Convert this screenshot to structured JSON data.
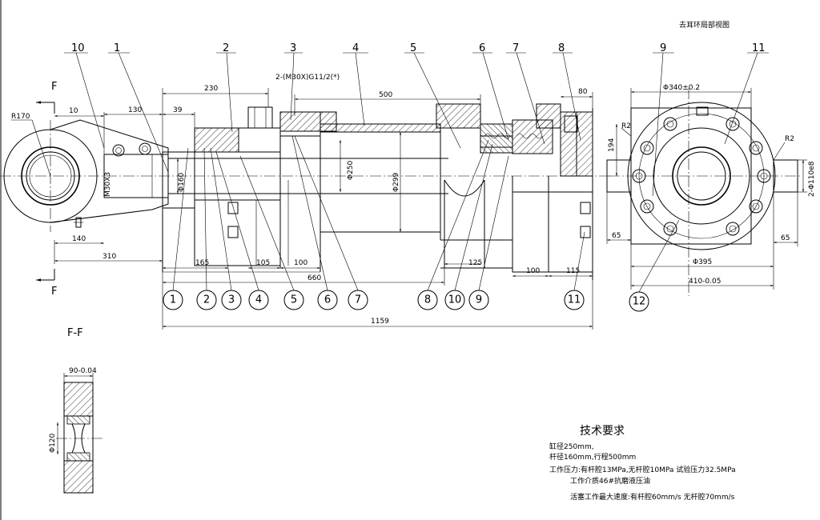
{
  "view_title": "去耳环局部视图",
  "section_marks": {
    "top": "F",
    "bottom": "F",
    "section_title": "F-F"
  },
  "leader_labels": [
    "10",
    "1",
    "2",
    "3",
    "4",
    "5",
    "6",
    "7",
    "8",
    "9",
    "11"
  ],
  "balloons": [
    "1",
    "2",
    "3",
    "4",
    "5",
    "6",
    "7",
    "8",
    "10",
    "9",
    "11",
    "12"
  ],
  "dimensions": {
    "r170": "R170",
    "d10": "10",
    "d130": "130",
    "d39": "39",
    "d230": "230",
    "pin_spec": "2-(M30X)G11/2(*)",
    "d500": "500",
    "d80": "80",
    "phi160": "Φ160",
    "m30": "M30X3",
    "phi250": "Φ250",
    "phi299": "Φ299",
    "d140": "140",
    "d310": "310",
    "d165": "165",
    "d105": "105",
    "d100a": "100",
    "d660": "660",
    "d125": "125",
    "d100b": "100",
    "d115": "115",
    "d1159": "1159",
    "phi340": "Φ340±0.2",
    "r2_left": "R2",
    "r2_right": "R2",
    "d194": "194",
    "d65_left": "65",
    "d65_right": "65",
    "phi395": "Φ395",
    "d410": "410-0.05",
    "phi110": "2-Φ110e8",
    "d90": "90-0.04",
    "phi120": "Φ120"
  },
  "technical_requirements": {
    "title": "技术要求",
    "lines": [
      "缸径250mm,",
      "杆径160mm,行程500mm",
      "工作压力:有杆腔13MPa,无杆腔10MPa  试验压力32.5MPa",
      "工作介质46#抗磨液压油",
      "活塞工作最大速度:有杆腔60mm/s  无杆腔70mm/s"
    ]
  }
}
